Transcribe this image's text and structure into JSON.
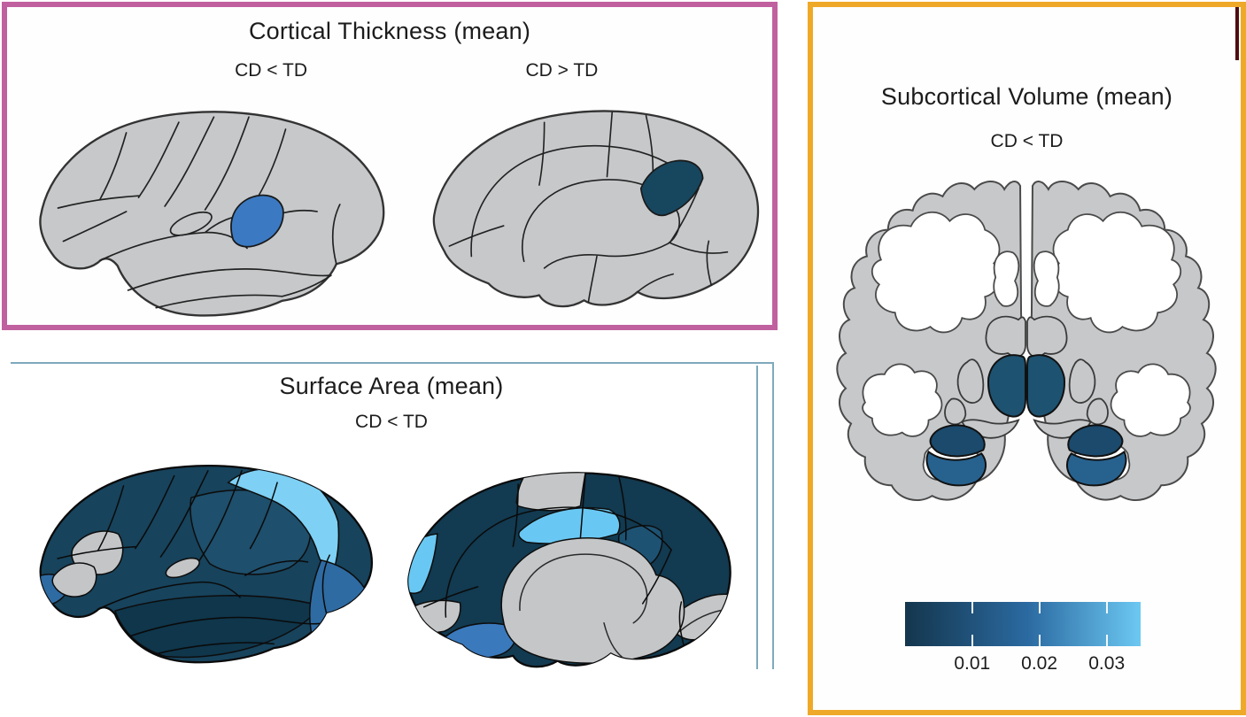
{
  "figure": {
    "panels": {
      "cortical_thickness": {
        "title": "Cortical Thickness (mean)",
        "contrast_left": "CD < TD",
        "contrast_right": "CD > TD"
      },
      "surface_area": {
        "title": "Surface Area (mean)",
        "contrast": "CD < TD"
      },
      "subcortical_volume": {
        "title": "Subcortical Volume (mean)",
        "contrast": "CD < TD",
        "colorbar": {
          "tick_labels": [
            "0.01",
            "0.02",
            "0.03"
          ],
          "tick_positions_pct": [
            28.5,
            57.0,
            85.6
          ],
          "dark_color": "#14364d",
          "light_color": "#6cc8f2"
        }
      }
    },
    "colors": {
      "panel_border_pink": "#c0609f",
      "panel_border_orange": "#efa928",
      "panel_border_thin_blue": "#7fa9bc",
      "accent_maroon_bar": "#4e0d10",
      "brain_gray": "#c6c8ca",
      "highlight_medium_blue": "#3b7ac3",
      "highlight_dark_navy": "#17465f",
      "surface_base_navy": "#17435c",
      "surface_sky_blue": "#7ed0f4",
      "surface_medium_blue": "#2e6ba3",
      "subcortical_thalamus_navy": "#1d5271",
      "subcortical_lower_navy": "#1b4a6c",
      "subcortical_lower_blue": "#27628f"
    }
  }
}
